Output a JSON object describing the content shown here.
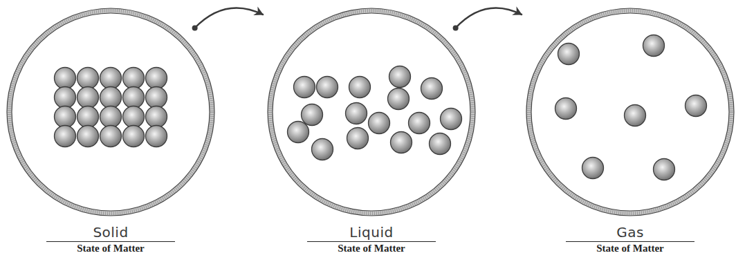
{
  "diagram": {
    "nodes": [
      {
        "text": [
          "Solid",
          "State of Matter"
        ]
      },
      {
        "text": [
          "Liquid",
          "State of Matter"
        ]
      },
      {
        "text": [
          "Gas",
          "State of Matter"
        ]
      }
    ],
    "edges": [
      {
        "from": 0,
        "to": 1,
        "arrow": "to"
      },
      {
        "from": 1,
        "to": 2,
        "arrow": "to"
      }
    ]
  }
}
